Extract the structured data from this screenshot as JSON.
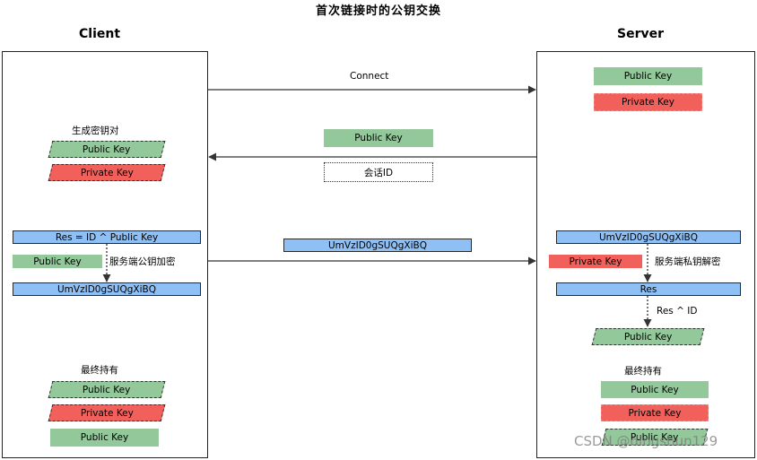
{
  "title": "首次链接时的公钥交换",
  "client": {
    "heading": "Client",
    "gen_label": "生成密钥对",
    "public_key": "Public Key",
    "private_key": "Private Key",
    "res_formula": "Res = ID ^ Public Key",
    "public_key_2": "Public Key",
    "encrypt_label": "服务端公钥加密",
    "cipher": "UmVzID0gSUQgXiBQ",
    "final_label": "最终持有",
    "final_public": "Public Key",
    "final_private": "Private Key",
    "final_server_public": "Public Key"
  },
  "server": {
    "heading": "Server",
    "public_key": "Public Key",
    "private_key": "Private Key",
    "cipher": "UmVzID0gSUQgXiBQ",
    "private_key_2": "Private Key",
    "decrypt_label": "服务端私钥解密",
    "res": "Res",
    "res_id_label": "Res ^ ID",
    "public_key_3": "Public Key",
    "final_label": "最终持有",
    "final_public": "Public Key",
    "final_private": "Private Key",
    "final_client_public": "Public Key"
  },
  "messages": {
    "connect": "Connect",
    "server_pubkey": "Public Key",
    "session_id": "会话ID",
    "cipher": "UmVzID0gSUQgXiBQ"
  },
  "watermark": "CSDN @dingshun129",
  "colors": {
    "green": "#93c89a",
    "red": "#f2605b",
    "blue": "#8fc0f5"
  }
}
